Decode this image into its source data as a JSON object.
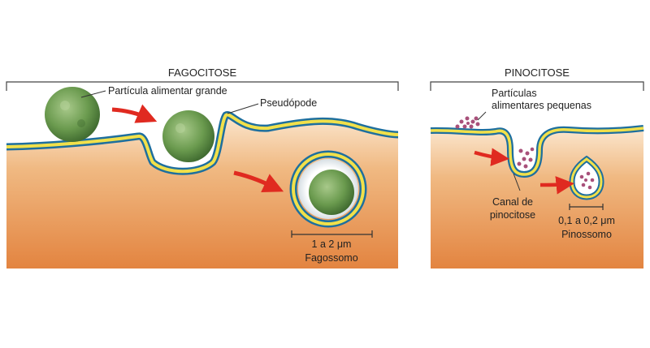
{
  "phagocytosis": {
    "title": "FAGOCITOSE",
    "label_large_particle": "Partícula alimentar grande",
    "label_pseudopod": "Pseudópode",
    "scale": "1 a 2 μm",
    "label_phagosome": "Fagossomo"
  },
  "pinocytosis": {
    "title": "PINOCITOSE",
    "label_small_particles_line1": "Partículas",
    "label_small_particles_line2": "alimentares pequenas",
    "label_channel_line1": "Canal de",
    "label_channel_line2": "pinocitose",
    "scale": "0,1 a 0,2 μm",
    "label_pinosome": "Pinossomo"
  },
  "colors": {
    "cytoplasm_top": "#f6d8b8",
    "cytoplasm_bottom": "#e48a45",
    "membrane_blue": "#1e6f9e",
    "membrane_yellow": "#f1e04a",
    "particle_green": "#6a9a4e",
    "arrow_red": "#e02a20",
    "vesicle_dots": "#a8507a"
  }
}
